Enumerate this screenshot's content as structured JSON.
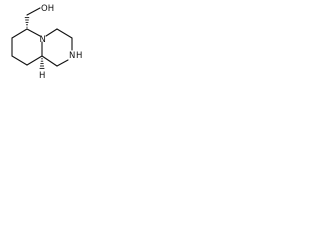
{
  "molecule": {
    "atoms": {
      "hydroxyl": "OH",
      "nitrogen_ring": "N",
      "amine": "N",
      "amine_hydrogen": "H",
      "stereo_hydrogen": "H"
    },
    "colors": {
      "bond": "#111111",
      "text": "#111111",
      "background": "#ffffff"
    }
  }
}
